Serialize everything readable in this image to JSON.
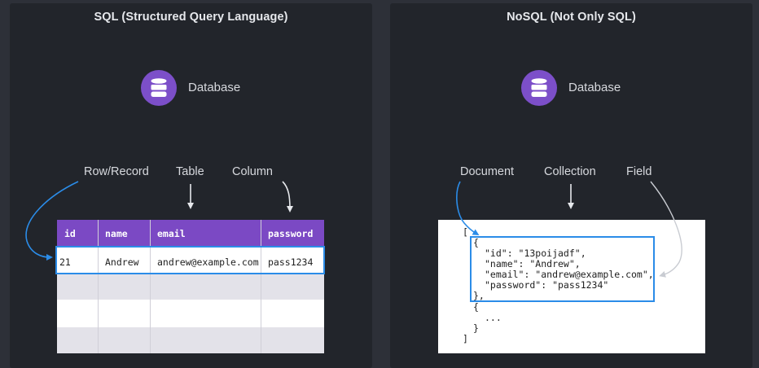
{
  "sql": {
    "title": "SQL (Structured Query Language)",
    "db_label": "Database",
    "labels": {
      "row": "Row/Record",
      "table": "Table",
      "column": "Column"
    },
    "table": {
      "headers": [
        "id",
        "name",
        "email",
        "password"
      ],
      "row": [
        "21",
        "Andrew",
        "andrew@example.com",
        "pass1234"
      ]
    }
  },
  "nosql": {
    "title": "NoSQL (Not Only SQL)",
    "db_label": "Database",
    "labels": {
      "document": "Document",
      "collection": "Collection",
      "field": "Field"
    },
    "json_lines": [
      "[",
      "{",
      "\"id\": \"13poijadf\",",
      "\"name\": \"Andrew\",",
      "\"email\": \"andrew@example.com\",",
      "\"password\": \"pass1234\"",
      "},",
      "{",
      "...",
      "}",
      "]"
    ]
  },
  "colors": {
    "accent_purple": "#7b49c4",
    "highlight_blue": "#2b8ce8",
    "panel_bg": "#22252b"
  }
}
